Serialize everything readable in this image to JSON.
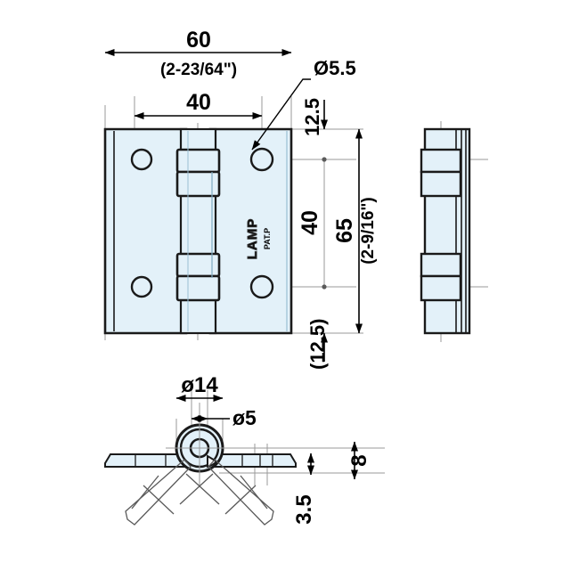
{
  "drawing": {
    "title": "Hinge technical drawing",
    "units": "mm",
    "line_color": "#1a1a1a",
    "fill_color": "#e3f1f9",
    "thin_line_color": "#9a9a9a",
    "background": "#ffffff"
  },
  "front_view": {
    "name": "front-view",
    "brand_text": "LAMP",
    "patent_text": "PAT.P",
    "holes": [
      {
        "label": "hole-top-left"
      },
      {
        "label": "hole-bottom-left"
      },
      {
        "label": "hole-top-right"
      },
      {
        "label": "hole-bottom-right"
      }
    ],
    "dimensions": {
      "overall_width": "60",
      "overall_width_imperial": "(2-23/64\")",
      "hole_spacing_width": "40",
      "overall_height": "65",
      "overall_height_imperial": "(2-9/16\")",
      "hole_spacing_height": "40",
      "edge_offset_top": "12.5",
      "edge_offset_bottom": "(12.5)",
      "hole_diameter": "Ø5.5"
    }
  },
  "side_view": {
    "name": "side-view"
  },
  "bottom_view": {
    "name": "bottom-view",
    "dimensions": {
      "knuckle_outer_diameter": "ø14",
      "pin_diameter": "ø5",
      "total_thickness": "8",
      "leaf_thickness": "3.5"
    }
  }
}
